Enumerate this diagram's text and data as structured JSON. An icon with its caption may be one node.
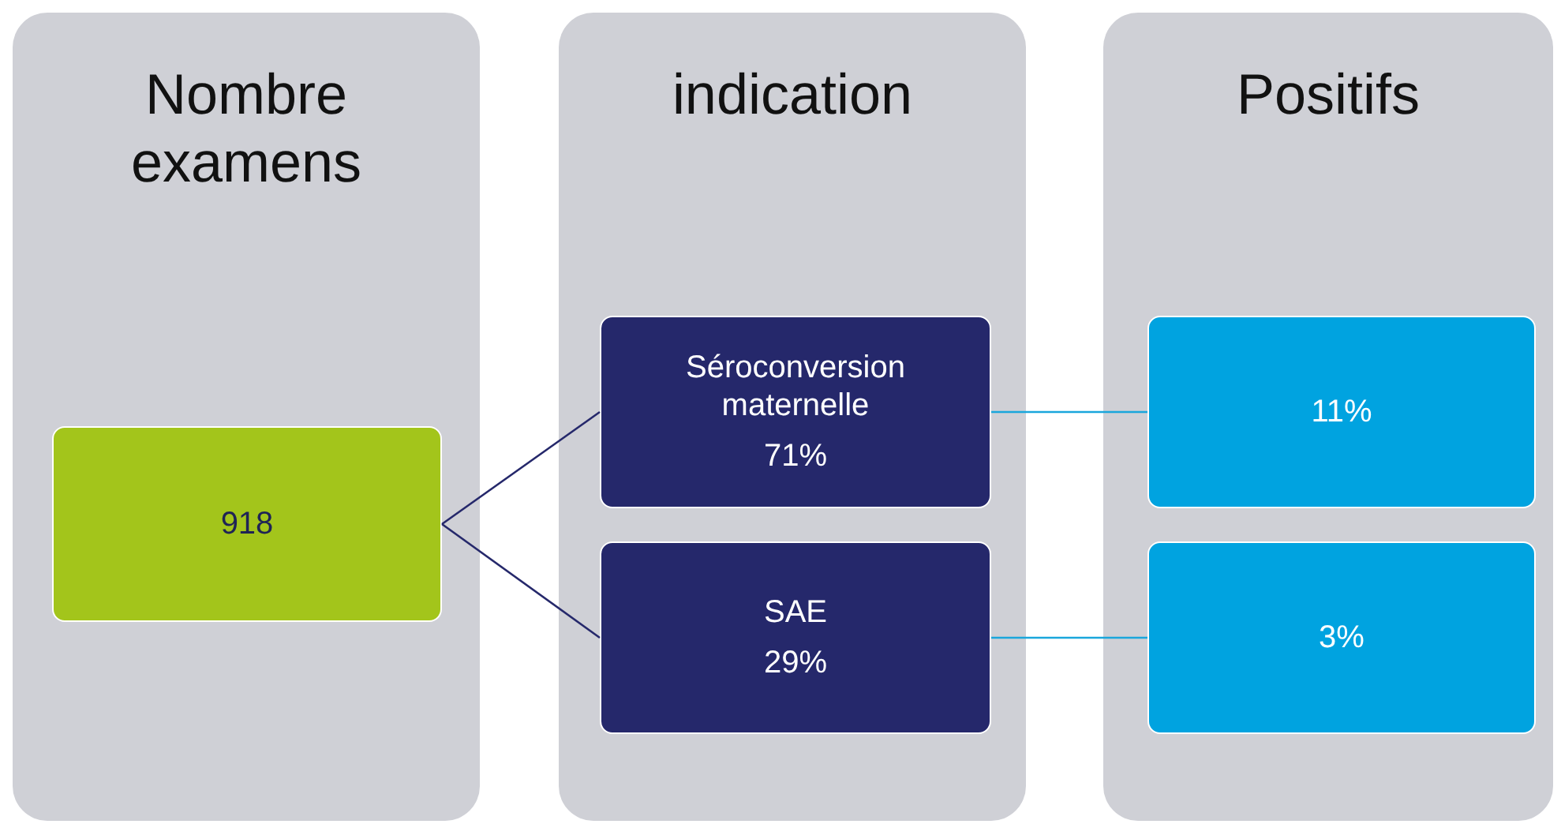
{
  "diagram": {
    "nodes": [
      {
        "text": [
          "Nombre examens"
        ]
      },
      {
        "text": [
          "indication"
        ]
      },
      {
        "text": [
          "Positifs"
        ]
      },
      {
        "text": [
          "918"
        ],
        "in": 0
      },
      {
        "text": [
          "Séroconversion maternelle",
          "71%"
        ],
        "in": 1
      },
      {
        "text": [
          "SAE",
          "29%"
        ],
        "in": 1
      },
      {
        "text": [
          "11%"
        ],
        "in": 2
      },
      {
        "text": [
          "3%"
        ],
        "in": 2
      }
    ],
    "edges": [
      {
        "from": 3,
        "to": 4,
        "arrow": "none",
        "color": "#25286b"
      },
      {
        "from": 3,
        "to": 5,
        "arrow": "none",
        "color": "#25286b"
      },
      {
        "from": 4,
        "to": 6,
        "arrow": "none",
        "color": "#1aa6dc"
      },
      {
        "from": 5,
        "to": 7,
        "arrow": "none",
        "color": "#1aa6dc"
      }
    ]
  }
}
